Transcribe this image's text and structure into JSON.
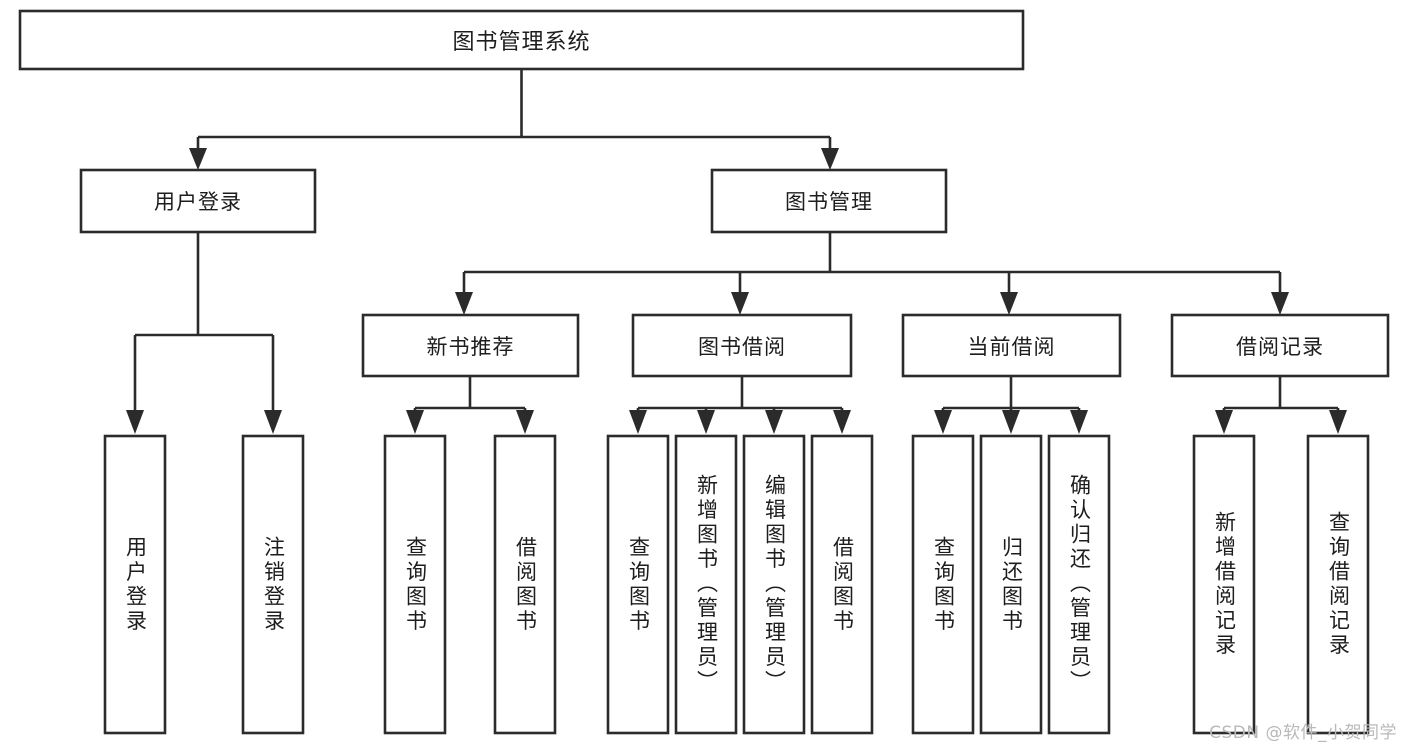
{
  "diagram": {
    "title": "图书管理系统",
    "type": "tree-hierarchy-chart",
    "watermark": "CSDN @软件_小贺同学",
    "colors": {
      "stroke": "#2b2b2b",
      "box_fill": "#ffffff",
      "text": "#1d1d1d",
      "background": "#ffffff",
      "watermark": "#b9b9b9"
    },
    "root": {
      "label": "图书管理系统"
    },
    "level2": [
      {
        "label": "用户登录"
      },
      {
        "label": "图书管理"
      }
    ],
    "level3": [
      {
        "label": "新书推荐"
      },
      {
        "label": "图书借阅"
      },
      {
        "label": "当前借阅"
      },
      {
        "label": "借阅记录"
      }
    ],
    "leaves": {
      "user_login": [
        {
          "label": "用户登录"
        },
        {
          "label": "注销登录"
        }
      ],
      "new_book_recommend": [
        {
          "label": "查询图书"
        },
        {
          "label": "借阅图书"
        }
      ],
      "book_borrow": [
        {
          "label": "查询图书"
        },
        {
          "label": "新增图书（管理员）"
        },
        {
          "label": "编辑图书（管理员）"
        },
        {
          "label": "借阅图书"
        }
      ],
      "current_borrow": [
        {
          "label": "查询图书"
        },
        {
          "label": "归还图书"
        },
        {
          "label": "确认归还（管理员）"
        }
      ],
      "borrow_record": [
        {
          "label": "新增借阅记录"
        },
        {
          "label": "查询借阅记录"
        }
      ]
    }
  }
}
